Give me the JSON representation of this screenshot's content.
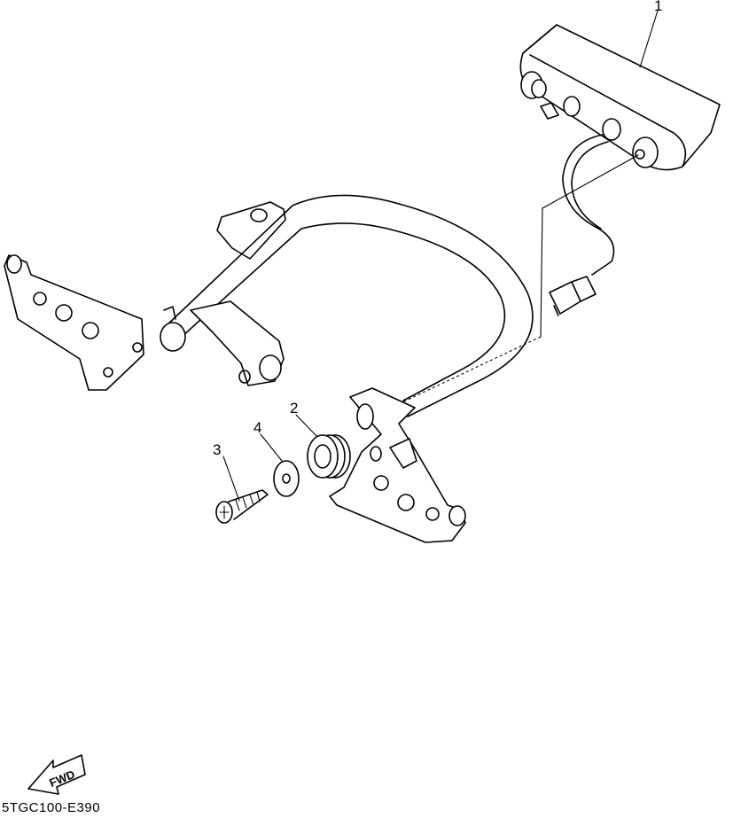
{
  "callouts": {
    "part1": "1",
    "part2": "2",
    "part3": "3",
    "part4": "4"
  },
  "direction_label": "FWD",
  "drawing_code": "5TGC100-E390"
}
